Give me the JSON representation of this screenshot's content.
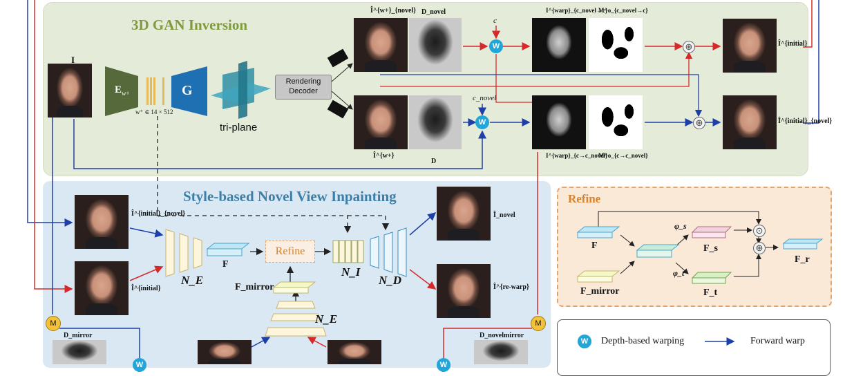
{
  "gan": {
    "title": "3D GAN Inversion",
    "input_label": "I",
    "encoder_label": "E",
    "encoder_sub": "w+",
    "generator_label": "G",
    "latent_label": "w⁺ ∈ 14 × 512",
    "triplane_label": "tri-plane",
    "renderer_label": "Rendering Decoder",
    "cam_novel": "c_novel",
    "cam_c": "c",
    "img_novel_wplus": "Î^{w+}_{novel}",
    "depth_novel": "D_novel",
    "img_wplus": "Î^{w+}",
    "depth": "D",
    "c_label": "c",
    "c_novel_label": "c_novel",
    "warp_top": "I^{warp}_{c_novel→c}",
    "mask_top": "M^o_{c_novel→c}",
    "warp_bottom": "I^{warp}_{c→c_novel}",
    "mask_bottom": "M^o_{c→c_novel}",
    "out_initial": "Î^{initial}",
    "out_novel_initial": "Î^{initial}_{novel}",
    "w_symbol": "W",
    "plus_symbol": "⊕"
  },
  "inpaint": {
    "title": "Style-based Novel View Inpainting",
    "in_novel_initial": "Î^{initial}_{novel}",
    "in_initial": "Î^{initial}",
    "ne_label": "N_E",
    "f_label": "F",
    "refine_label": "Refine",
    "ni_label": "N_I",
    "nd_label": "N_D",
    "fmirror_label": "F_mirror",
    "ne2_label": "N_E",
    "out_novel": "Î_novel",
    "out_rewarp": "Î^{re-warp}",
    "d_mirror": "D_mirror",
    "d_novel_mirror": "D_novelmirror",
    "m_symbol": "M"
  },
  "refine": {
    "title": "Refine",
    "f": "F",
    "fmirror": "F_mirror",
    "phi_s": "φ_s",
    "phi_t": "φ_t",
    "fs": "F_s",
    "ft": "F_t",
    "fr": "F_r",
    "dot_symbol": "⊙",
    "plus_symbol": "⊕"
  },
  "legend": {
    "w_symbol": "W",
    "depth_warp": "Depth-based warping",
    "forward_warp": "Forward warp"
  },
  "colors": {
    "red_arrow": "#d62a2a",
    "blue_arrow": "#1f3fa8",
    "encoder": "#55693a",
    "generator": "#1f6fb3",
    "triplane": "#2f8fa5",
    "w_circle": "#22a5d8",
    "m_circle": "#f3c23a"
  }
}
